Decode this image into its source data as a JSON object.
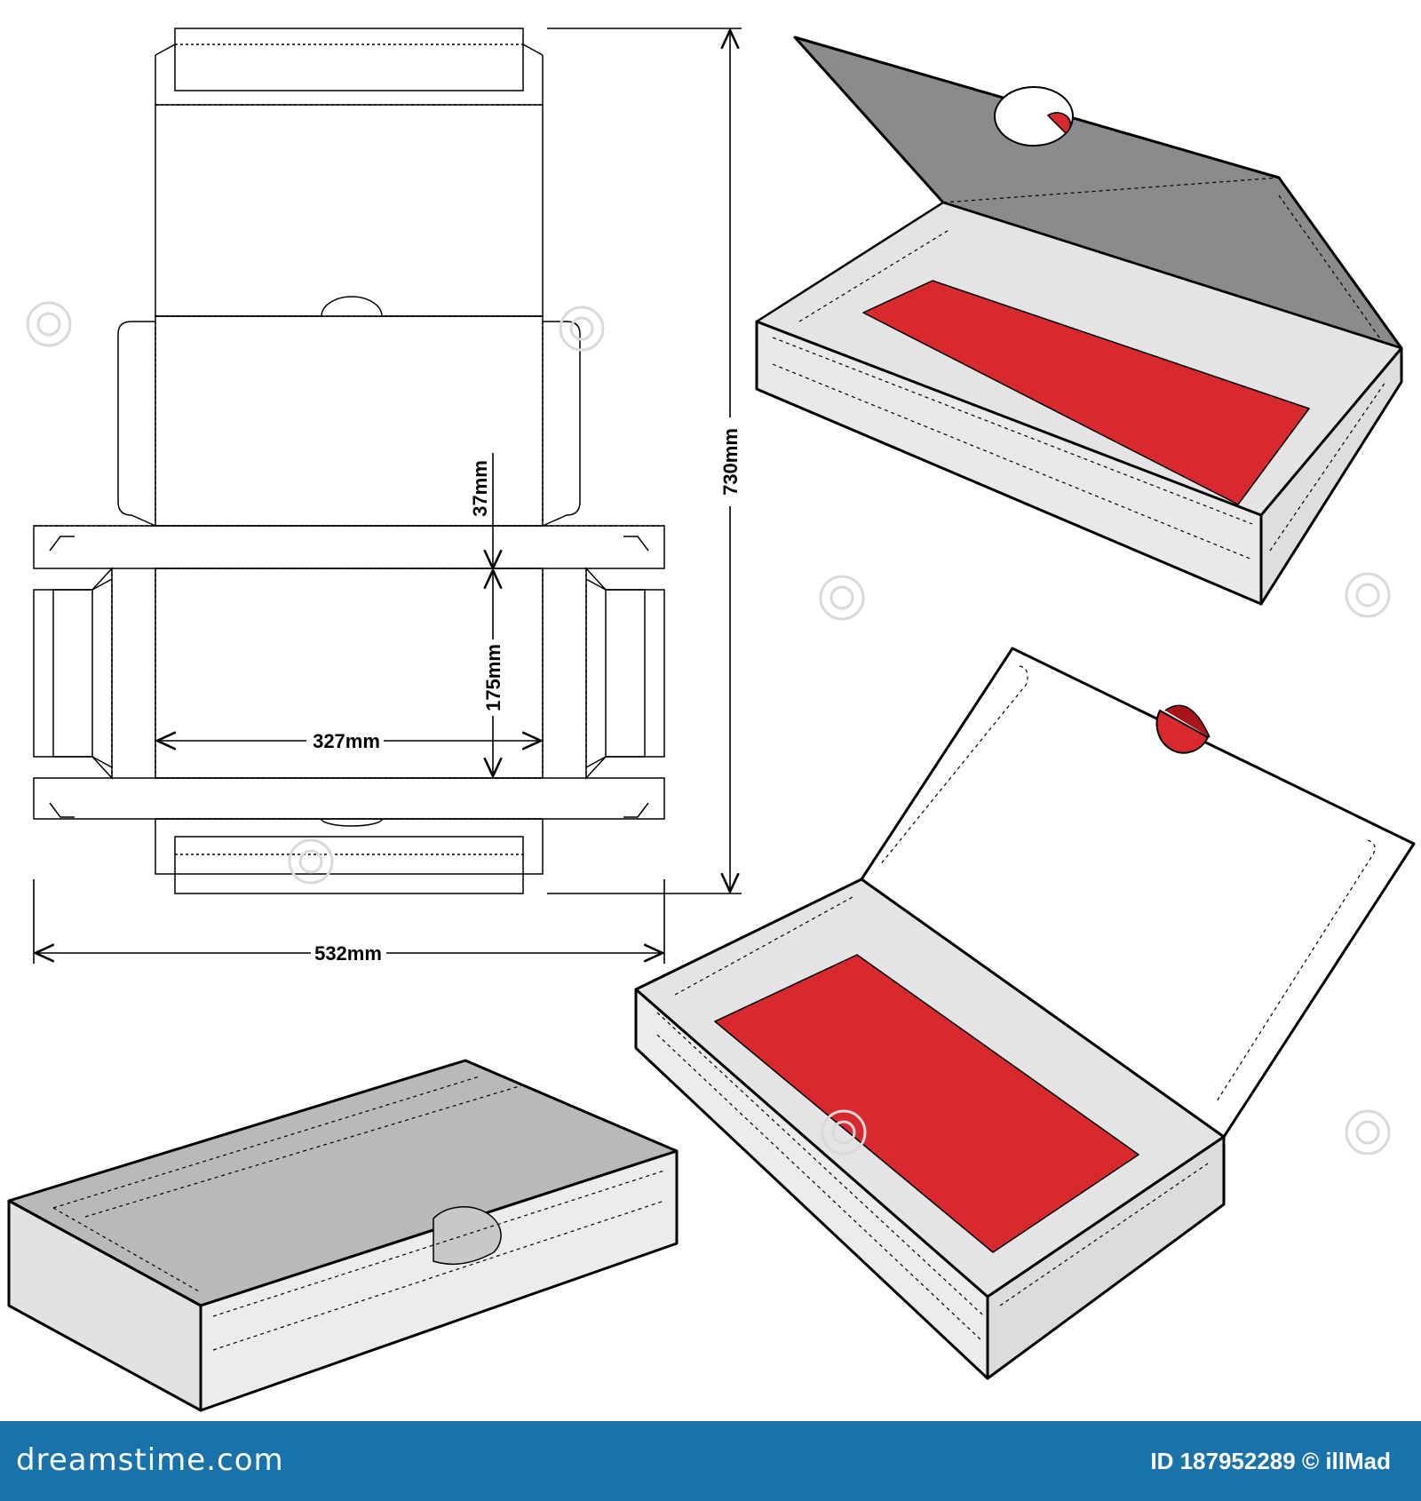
{
  "dimensions": {
    "height": "730mm",
    "width": "532mm",
    "panel_width": "327mm",
    "panel_depth": "175mm",
    "flap": "37mm"
  },
  "colors": {
    "line": "#000000",
    "lid_grey": "#888888",
    "box_light": "#e6e6e6",
    "box_mid": "#d4d4d4",
    "insert_red": "#d8292f",
    "tab_red_dark": "#a8141a",
    "footer_blue": "#1a72aa"
  },
  "footer": {
    "brand": "dreamstime.com",
    "id_text": "ID 187952289 © illMad"
  }
}
